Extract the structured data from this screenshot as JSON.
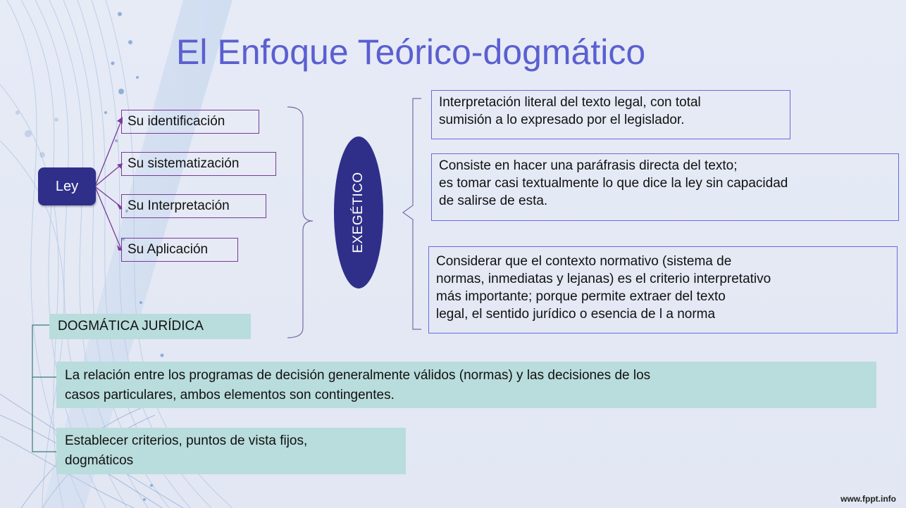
{
  "slide": {
    "title": "El Enfoque Teórico-dogmático",
    "ley_label": "Ley",
    "su_items": [
      {
        "label": "Su identificación"
      },
      {
        "label": "Su sistematización"
      },
      {
        "label": "Su Interpretación"
      },
      {
        "label": "Su Aplicación"
      }
    ],
    "exegetico_label": "EXEGÉTICO",
    "descriptions": [
      {
        "lines": [
          "Interpretación literal del texto legal, con total",
          "sumisión a lo expresado por el legislador."
        ]
      },
      {
        "lines": [
          "Consiste en hacer una paráfrasis directa del texto;",
          "es tomar casi textualmente lo que dice la ley sin capacidad",
          "de salirse de esta."
        ]
      },
      {
        "lines": [
          "Considerar que el contexto normativo (sistema de",
          "normas, inmediatas y lejanas) es el criterio interpretativo",
          "más importante; porque permite extraer del texto",
          "legal, el sentido jurídico o esencia de l a norma"
        ]
      }
    ],
    "dogmatica_label": "DOGMÁTICA JURÍDICA",
    "relacion_lines": [
      "La relación entre los programas de decisión generalmente válidos (normas) y las decisiones de los",
      "casos particulares, ambos elementos son contingentes."
    ],
    "criterios_lines": [
      "Establecer criterios, puntos de vista fijos,",
      "dogmáticos"
    ],
    "footer": "www.fppt.info"
  },
  "colors": {
    "title": "#5b5fd0",
    "dark_blue": "#2f2f8a",
    "teal": "#b9dcdc",
    "purple": "#7a3a9a",
    "desc_border": "#6a6adf"
  }
}
